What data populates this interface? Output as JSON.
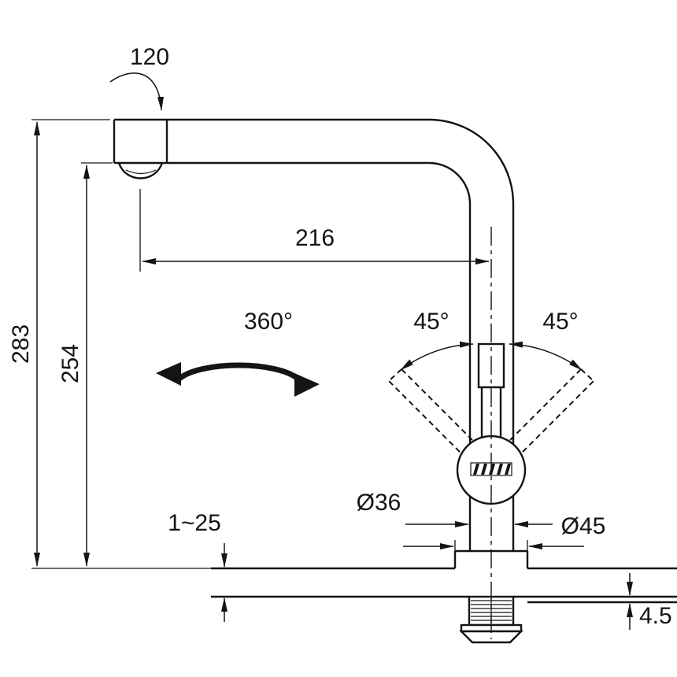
{
  "dimensions": {
    "swivel_angle": "120",
    "overall_height": "283",
    "spout_height": "254",
    "spout_reach": "216",
    "rotation": "360°",
    "lever_angle_left": "45°",
    "lever_angle_right": "45°",
    "spout_diameter": "Ø36",
    "base_diameter": "Ø45",
    "mounting_thickness": "1~25",
    "plate_thickness": "4.5"
  }
}
